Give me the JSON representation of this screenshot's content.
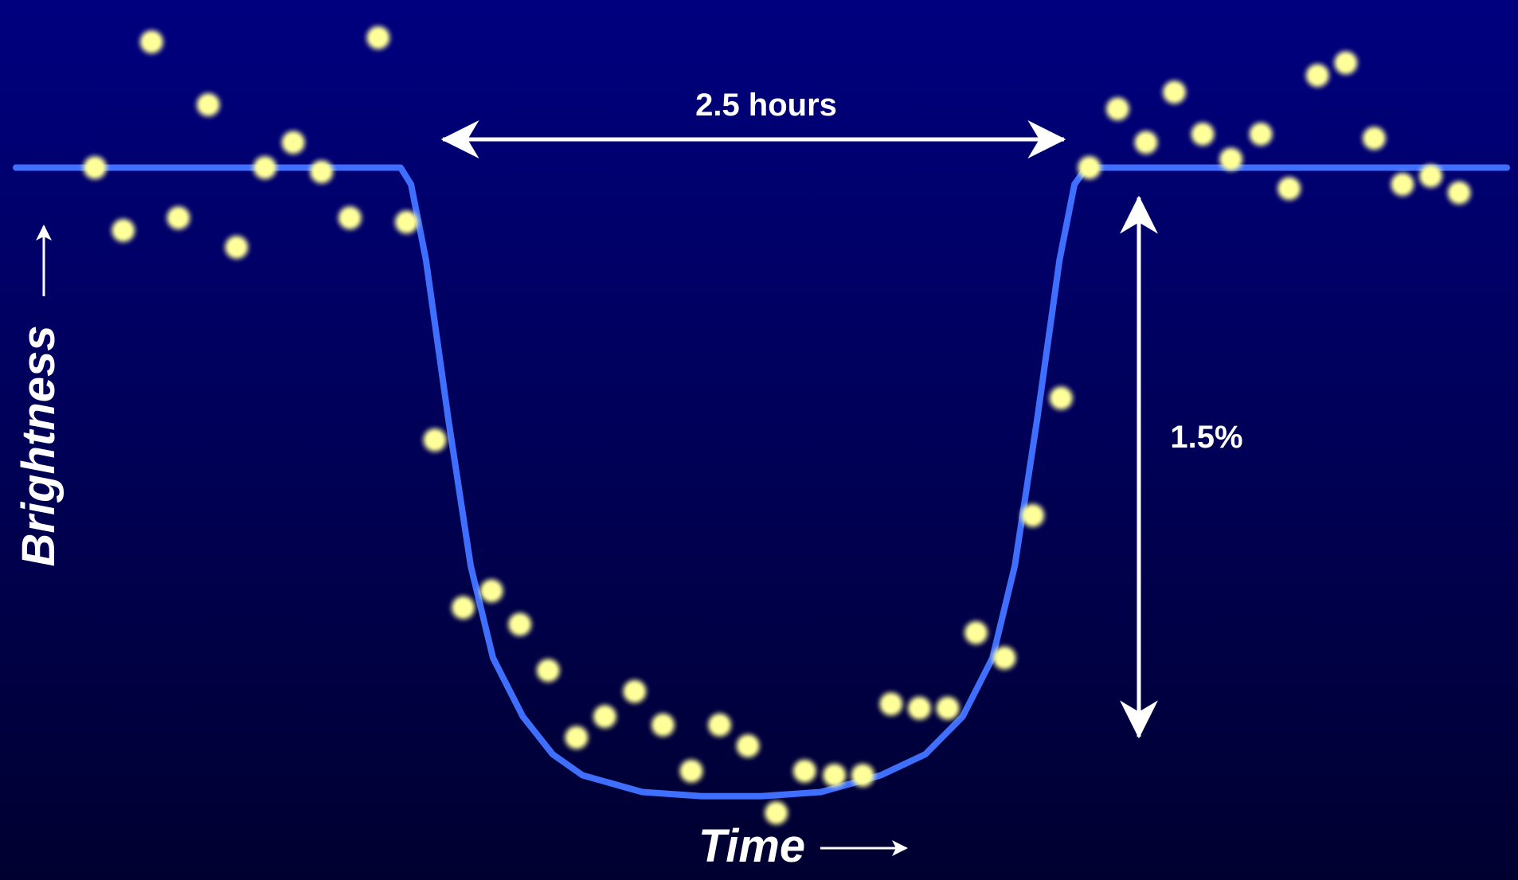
{
  "chart_data": {
    "type": "scatter",
    "xlabel": "Time",
    "ylabel": "Brightness",
    "annotations": {
      "duration": "2.5 hours",
      "depth": "1.5%"
    },
    "axes": {
      "x": [
        0,
        100
      ],
      "y": [
        98.3,
        100.4
      ],
      "ticks": "none",
      "grid": false
    },
    "colors": {
      "background_top": "#00007f",
      "background_bottom": "#000030",
      "curve": "#3f6fff",
      "points": "#ffff9a",
      "annotation": "#ffffff"
    },
    "model_curve": {
      "name": "",
      "points": [
        [
          0,
          100
        ],
        [
          25.8,
          100
        ],
        [
          26.5,
          99.96
        ],
        [
          27.5,
          99.78
        ],
        [
          29,
          99.4
        ],
        [
          30.5,
          99.05
        ],
        [
          32,
          98.83
        ],
        [
          34,
          98.69
        ],
        [
          36,
          98.6
        ],
        [
          38,
          98.55
        ],
        [
          42,
          98.51
        ],
        [
          46,
          98.5
        ],
        [
          50,
          98.5
        ],
        [
          54,
          98.51
        ],
        [
          58,
          98.55
        ],
        [
          61,
          98.6
        ],
        [
          63.5,
          98.69
        ],
        [
          65.5,
          98.83
        ],
        [
          67,
          99.05
        ],
        [
          68.5,
          99.4
        ],
        [
          70,
          99.78
        ],
        [
          71,
          99.96
        ],
        [
          71.8,
          100
        ],
        [
          100,
          100
        ]
      ]
    },
    "observations": {
      "name": "",
      "points": [
        [
          5.3,
          100.0
        ],
        [
          7.2,
          99.85
        ],
        [
          9.1,
          100.3
        ],
        [
          10.9,
          99.88
        ],
        [
          12.9,
          100.15
        ],
        [
          14.8,
          99.81
        ],
        [
          16.7,
          100.0
        ],
        [
          18.6,
          100.06
        ],
        [
          20.5,
          99.99
        ],
        [
          22.4,
          99.88
        ],
        [
          24.3,
          100.31
        ],
        [
          26.2,
          99.87
        ],
        [
          28.1,
          99.35
        ],
        [
          30.0,
          98.95
        ],
        [
          31.9,
          98.99
        ],
        [
          33.8,
          98.91
        ],
        [
          35.7,
          98.8
        ],
        [
          37.6,
          98.64
        ],
        [
          39.5,
          98.69
        ],
        [
          41.5,
          98.75
        ],
        [
          43.4,
          98.67
        ],
        [
          45.3,
          98.56
        ],
        [
          47.2,
          98.67
        ],
        [
          49.1,
          98.62
        ],
        [
          51.0,
          98.46
        ],
        [
          52.9,
          98.56
        ],
        [
          54.9,
          98.55
        ],
        [
          56.8,
          98.55
        ],
        [
          58.7,
          98.72
        ],
        [
          60.6,
          98.71
        ],
        [
          62.5,
          98.71
        ],
        [
          64.4,
          98.89
        ],
        [
          66.3,
          98.83
        ],
        [
          68.2,
          99.17
        ],
        [
          70.1,
          99.45
        ],
        [
          72.0,
          100.0
        ],
        [
          73.9,
          100.14
        ],
        [
          75.8,
          100.06
        ],
        [
          77.7,
          100.18
        ],
        [
          79.6,
          100.08
        ],
        [
          81.5,
          100.02
        ],
        [
          83.5,
          100.08
        ],
        [
          85.4,
          99.95
        ],
        [
          87.3,
          100.22
        ],
        [
          89.2,
          100.25
        ],
        [
          91.1,
          100.07
        ],
        [
          93.0,
          99.96
        ],
        [
          94.9,
          99.98
        ],
        [
          96.8,
          99.94
        ]
      ]
    }
  }
}
